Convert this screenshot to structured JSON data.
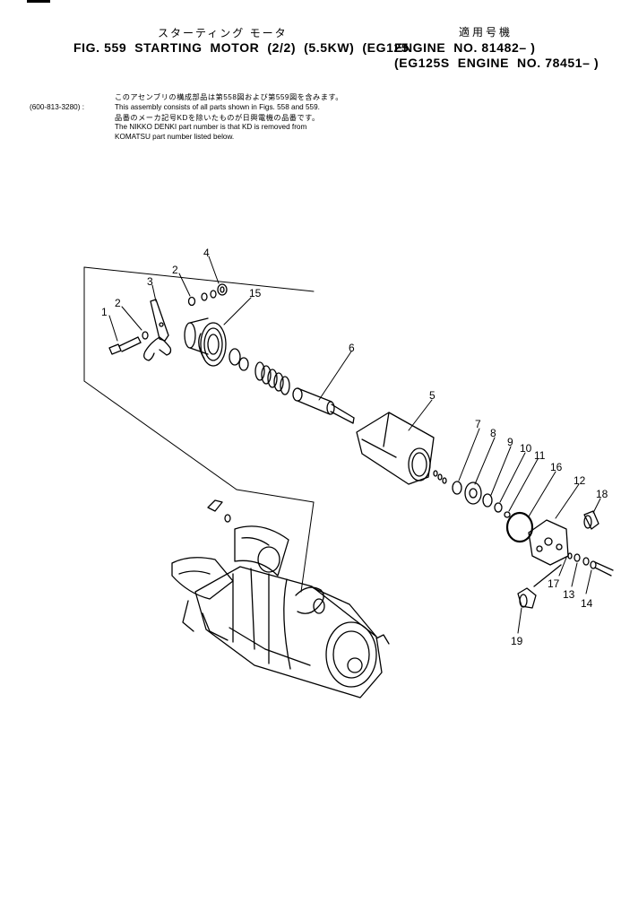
{
  "header": {
    "jp_title": "スターティング モータ",
    "jp_applicable": "適用号機",
    "fig_title": "FIG. 559  STARTING  MOTOR  (2/2)  (5.5KW)  (EG125",
    "engine_lines": [
      "ENGINE  NO. 81482– )",
      "(EG125S  ENGINE  NO. 78451– )"
    ]
  },
  "notes": {
    "jp_line1": "このアセンブリの構成部品は第558図および第559図を含みます。",
    "part_number": "(600-813-3280) :",
    "en_line1": "This assembly consists of all parts shown in Figs. 558 and 559.",
    "jp_line2": "品番のメーカ記号KDを除いたものが日興電機の品番です。",
    "en_line2": "The NIKKO DENKI part number is that KD is removed from",
    "en_line3": "KOMATSU part number listed below."
  },
  "callouts": [
    {
      "id": "1",
      "label": "1"
    },
    {
      "id": "2a",
      "label": "2"
    },
    {
      "id": "2b",
      "label": "2"
    },
    {
      "id": "3",
      "label": "3"
    },
    {
      "id": "4",
      "label": "4"
    },
    {
      "id": "15",
      "label": "15"
    },
    {
      "id": "6",
      "label": "6"
    },
    {
      "id": "5",
      "label": "5"
    },
    {
      "id": "7",
      "label": "7"
    },
    {
      "id": "8",
      "label": "8"
    },
    {
      "id": "9",
      "label": "9"
    },
    {
      "id": "10",
      "label": "10"
    },
    {
      "id": "11",
      "label": "11"
    },
    {
      "id": "16",
      "label": "16"
    },
    {
      "id": "12",
      "label": "12"
    },
    {
      "id": "18",
      "label": "18"
    },
    {
      "id": "17",
      "label": "17"
    },
    {
      "id": "13",
      "label": "13"
    },
    {
      "id": "14",
      "label": "14"
    },
    {
      "id": "19",
      "label": "19"
    }
  ]
}
